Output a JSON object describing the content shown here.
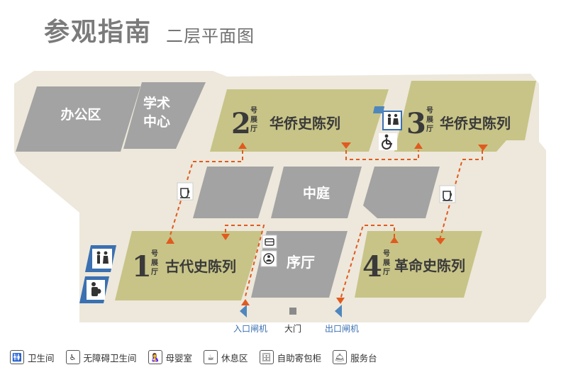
{
  "title": "参观指南",
  "subtitle": "二层平面图",
  "rooms": {
    "office": "办公区",
    "academic_line1": "学术",
    "academic_line2": "中心",
    "courtyard": "中庭",
    "lobby": "序厅"
  },
  "halls": [
    {
      "number": "1",
      "unit_1": "号",
      "unit_2": "展",
      "unit_3": "厅",
      "name": "古代史陈列"
    },
    {
      "number": "2",
      "unit_1": "号",
      "unit_2": "展",
      "unit_3": "厅",
      "name": "华侨史陈列"
    },
    {
      "number": "3",
      "unit_1": "号",
      "unit_2": "展",
      "unit_3": "厅",
      "name": "华侨史陈列"
    },
    {
      "number": "4",
      "unit_1": "号",
      "unit_2": "展",
      "unit_3": "厅",
      "name": "革命史陈列"
    }
  ],
  "entrances": {
    "entry_gate": "入口闸机",
    "main_gate": "大门",
    "exit_gate": "出口闸机"
  },
  "legend": [
    {
      "icon": "toilet-icon",
      "glyph": "🚻",
      "label": "卫生间"
    },
    {
      "icon": "accessible-toilet-icon",
      "glyph": "♿",
      "label": "无障碍卫生间"
    },
    {
      "icon": "nursing-room-icon",
      "glyph": "🤱",
      "label": "母婴室"
    },
    {
      "icon": "rest-area-icon",
      "glyph": "☕",
      "label": "休息区"
    },
    {
      "icon": "locker-icon",
      "glyph": "🗄",
      "label": "自助寄包柜"
    },
    {
      "icon": "service-desk-icon",
      "glyph": "🛎",
      "label": "服务台"
    }
  ],
  "colors": {
    "hall": "#c8c487",
    "room": "#a3a3a3",
    "floor": "#ede8db",
    "route": "#e15a1f",
    "gate": "#4f86be",
    "facility": "#3b70b1"
  }
}
